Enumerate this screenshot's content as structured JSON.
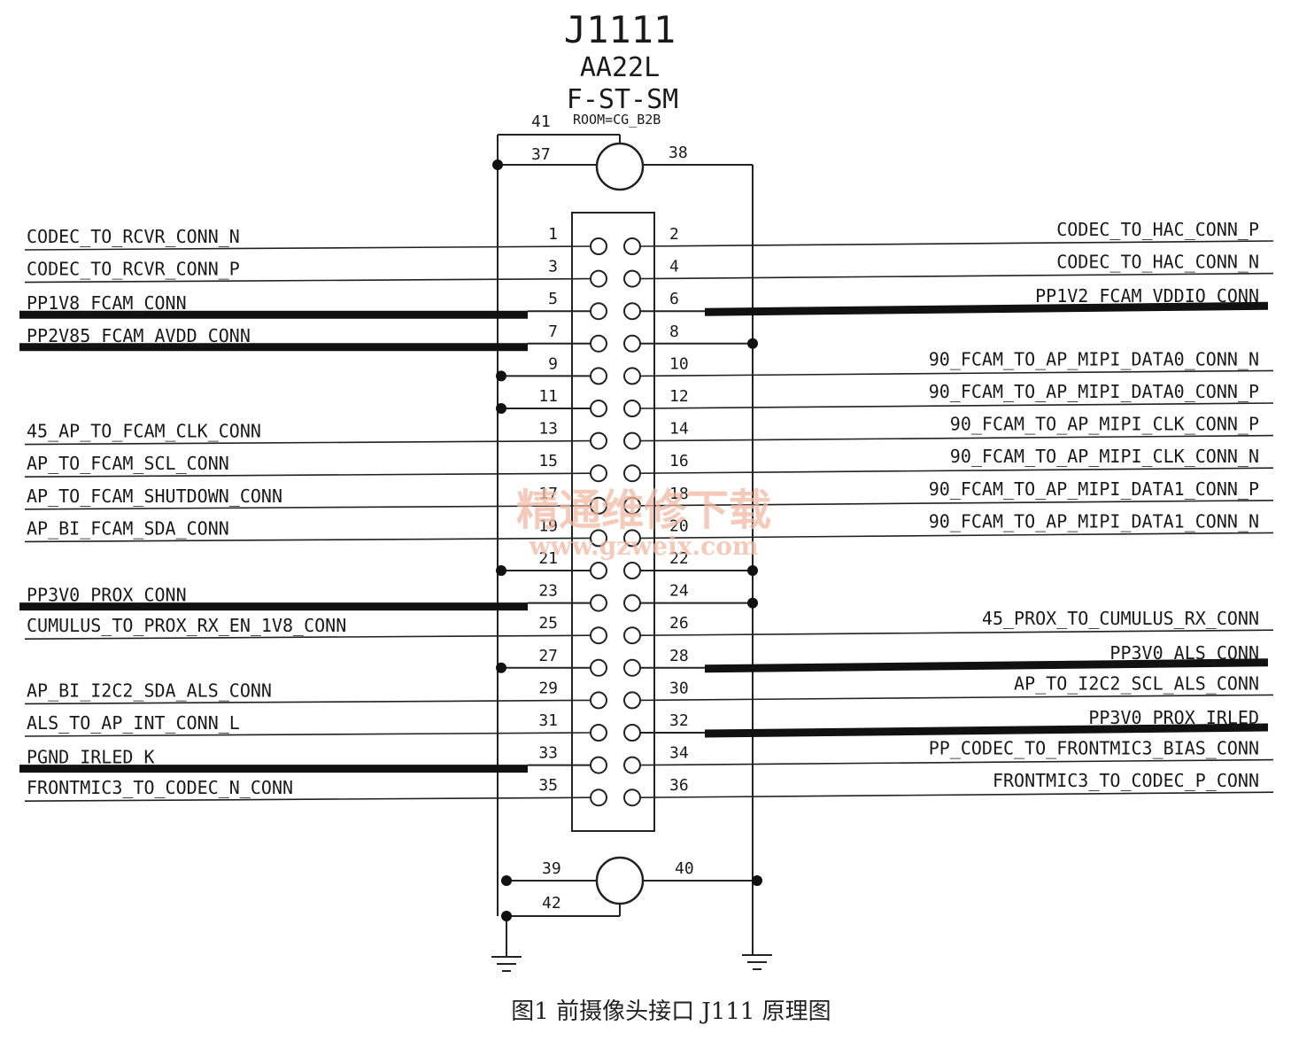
{
  "header": {
    "ref": "J1111",
    "part": "AA22L",
    "type": "F-ST-SM",
    "pin41": "41",
    "room": "ROOM=CG_B2B"
  },
  "shield_pins": {
    "p37": "37",
    "p38": "38",
    "p39": "39",
    "p40": "40",
    "p42": "42"
  },
  "left_pins": [
    {
      "pin": "1",
      "net": "CODEC_TO_RCVR_CONN_N",
      "kind": "signal"
    },
    {
      "pin": "3",
      "net": "CODEC_TO_RCVR_CONN_P",
      "kind": "signal"
    },
    {
      "pin": "5",
      "net": "PP1V8_FCAM_CONN",
      "kind": "power"
    },
    {
      "pin": "7",
      "net": "PP2V85_FCAM_AVDD_CONN",
      "kind": "power"
    },
    {
      "pin": "9",
      "net": "",
      "kind": "ground"
    },
    {
      "pin": "11",
      "net": "",
      "kind": "ground"
    },
    {
      "pin": "13",
      "net": "45_AP_TO_FCAM_CLK_CONN",
      "kind": "signal"
    },
    {
      "pin": "15",
      "net": "AP_TO_FCAM_SCL_CONN",
      "kind": "signal"
    },
    {
      "pin": "17",
      "net": "AP_TO_FCAM_SHUTDOWN_CONN",
      "kind": "signal"
    },
    {
      "pin": "19",
      "net": "AP_BI_FCAM_SDA_CONN",
      "kind": "signal"
    },
    {
      "pin": "21",
      "net": "",
      "kind": "ground"
    },
    {
      "pin": "23",
      "net": "PP3V0_PROX_CONN",
      "kind": "power"
    },
    {
      "pin": "25",
      "net": "CUMULUS_TO_PROX_RX_EN_1V8_CONN",
      "kind": "signal"
    },
    {
      "pin": "27",
      "net": "",
      "kind": "ground"
    },
    {
      "pin": "29",
      "net": "AP_BI_I2C2_SDA_ALS_CONN",
      "kind": "signal"
    },
    {
      "pin": "31",
      "net": "ALS_TO_AP_INT_CONN_L",
      "kind": "signal"
    },
    {
      "pin": "33",
      "net": "PGND_IRLED_K",
      "kind": "power"
    },
    {
      "pin": "35",
      "net": "FRONTMIC3_TO_CODEC_N_CONN",
      "kind": "signal"
    }
  ],
  "right_pins": [
    {
      "pin": "2",
      "net": "CODEC_TO_HAC_CONN_P",
      "kind": "signal"
    },
    {
      "pin": "4",
      "net": "CODEC_TO_HAC_CONN_N",
      "kind": "signal"
    },
    {
      "pin": "6",
      "net": "PP1V2_FCAM_VDDIO_CONN",
      "kind": "power"
    },
    {
      "pin": "8",
      "net": "",
      "kind": "ground"
    },
    {
      "pin": "10",
      "net": "90_FCAM_TO_AP_MIPI_DATA0_CONN_N",
      "kind": "signal"
    },
    {
      "pin": "12",
      "net": "90_FCAM_TO_AP_MIPI_DATA0_CONN_P",
      "kind": "signal"
    },
    {
      "pin": "14",
      "net": "90_FCAM_TO_AP_MIPI_CLK_CONN_P",
      "kind": "signal"
    },
    {
      "pin": "16",
      "net": "90_FCAM_TO_AP_MIPI_CLK_CONN_N",
      "kind": "signal"
    },
    {
      "pin": "18",
      "net": "90_FCAM_TO_AP_MIPI_DATA1_CONN_P",
      "kind": "signal"
    },
    {
      "pin": "20",
      "net": "90_FCAM_TO_AP_MIPI_DATA1_CONN_N",
      "kind": "signal"
    },
    {
      "pin": "22",
      "net": "",
      "kind": "ground"
    },
    {
      "pin": "24",
      "net": "",
      "kind": "ground"
    },
    {
      "pin": "26",
      "net": "45_PROX_TO_CUMULUS_RX_CONN",
      "kind": "signal"
    },
    {
      "pin": "28",
      "net": "PP3V0_ALS_CONN",
      "kind": "power"
    },
    {
      "pin": "30",
      "net": "AP_TO_I2C2_SCL_ALS_CONN",
      "kind": "signal"
    },
    {
      "pin": "32",
      "net": "PP3V0_PROX_IRLED",
      "kind": "power"
    },
    {
      "pin": "34",
      "net": "PP_CODEC_TO_FRONTMIC3_BIAS_CONN",
      "kind": "signal"
    },
    {
      "pin": "36",
      "net": "FRONTMIC3_TO_CODEC_P_CONN",
      "kind": "signal"
    }
  ],
  "watermark": {
    "cn": "精通维修下载",
    "url": "www.gzweix.com"
  },
  "caption": "图1  前摄像头接口 J111 原理图"
}
